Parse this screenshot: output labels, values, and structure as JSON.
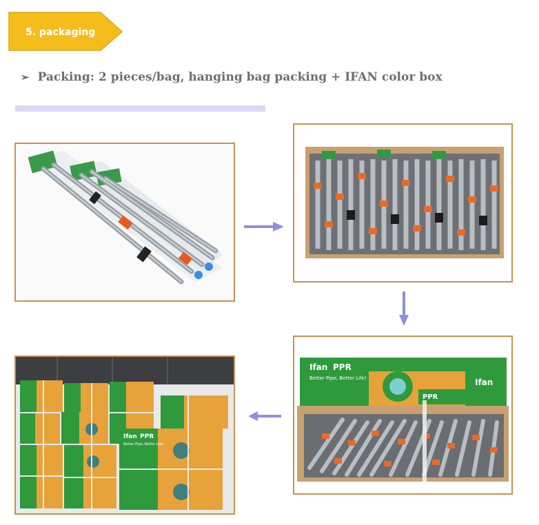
{
  "section": {
    "label": "5. packaging"
  },
  "packing": {
    "bullet_icon": "arrowhead-bullet-icon",
    "text": "Packing: 2 pieces/bag, hanging bag packing + IFAN color box"
  },
  "photos": {
    "box1": {
      "brand": "Ifan",
      "product": "PPR",
      "slogan": "Better Pipe, Better Life!"
    },
    "box2": {
      "brand": "Ifan",
      "product": "PPR",
      "slogan": "Better Pipe, Better Life!",
      "side_brand": "Ifan"
    },
    "stack": {
      "brand": "Ifan",
      "product": "PPR",
      "slogan": "Better Pipe, Better Life!"
    }
  },
  "colors": {
    "banner": "#f5bd1c",
    "frame_border": "#c8914c",
    "arrow": "#8f8ee0",
    "heading_text": "#6e6e6e",
    "divider": "#dad8f3",
    "box_green": "#2e9a3c",
    "box_orange": "#e8a23a"
  }
}
